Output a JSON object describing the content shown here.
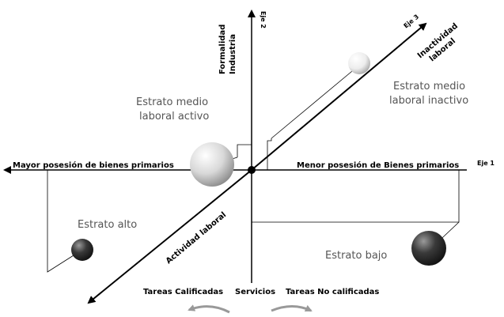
{
  "axes": {
    "eje1": "Eje 1",
    "eje2": "Eje 2",
    "eje3": "Eje 3",
    "left_label": "Mayor posesión de bienes primarios",
    "right_label": "Menor posesión de Bienes primarios",
    "top_label_line1": "Formalidad",
    "top_label_line2": "Industria",
    "diag_upper_line1": "Inactividad",
    "diag_upper_line2": "laboral",
    "diag_lower": "Actividad laboral"
  },
  "strata": {
    "medio_activo_line1": "Estrato medio",
    "medio_activo_line2": "laboral activo",
    "medio_inactivo_line1": "Estrato medio",
    "medio_inactivo_line2": "laboral inactivo",
    "alto": "Estrato alto",
    "bajo": "Estrato bajo"
  },
  "bottom": {
    "calificadas": "Tareas Calificadas",
    "servicios": "Servicios",
    "no_calificadas": "Tareas No calificadas"
  },
  "colors": {
    "sphere_light": "#e8e8e8",
    "sphere_dark": "#3a3a3a",
    "arrow_gray": "#999999"
  }
}
